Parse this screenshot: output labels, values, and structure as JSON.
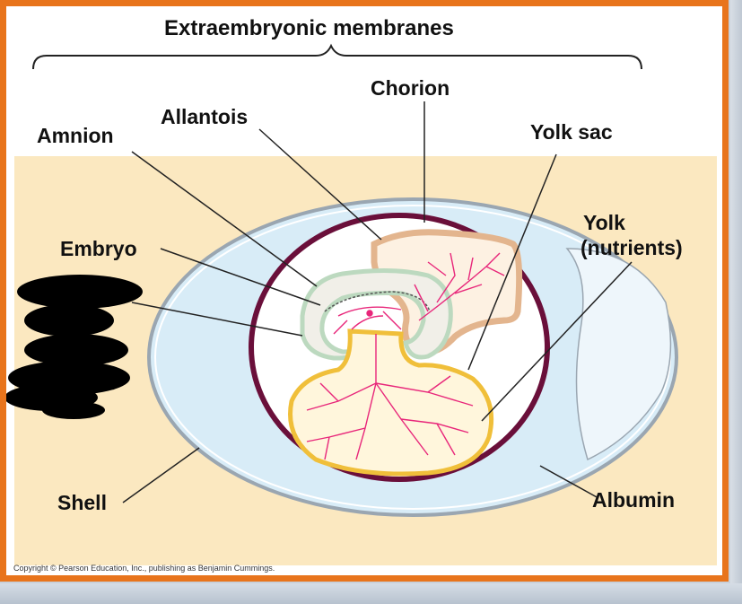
{
  "title": "Extraembryonic membranes",
  "labels": {
    "chorion": "Chorion",
    "allantois": "Allantois",
    "amnion": "Amnion",
    "yolk_sac": "Yolk sac",
    "embryo": "Embryo",
    "yolk": "Yolk",
    "yolk_note": "(nutrients)",
    "shell": "Shell",
    "albumin": "Albumin"
  },
  "copyright": "Copyright © Pearson Education, Inc., publishing as Benjamin Cummings.",
  "colors": {
    "frame_border": "#e8741c",
    "background_band": "#fbe8c0",
    "albumin": "#d8ecf7",
    "shell_outline": "#9aa6b1",
    "chorion": "#6a0f3a",
    "allantois": "#e3b58e",
    "amnion": "#bcd9bf",
    "yolk_sac": "#f0bf3a",
    "yolk_fill": "#fff6dc",
    "blood_vessels": "#e8267a",
    "redaction": "#000000"
  }
}
